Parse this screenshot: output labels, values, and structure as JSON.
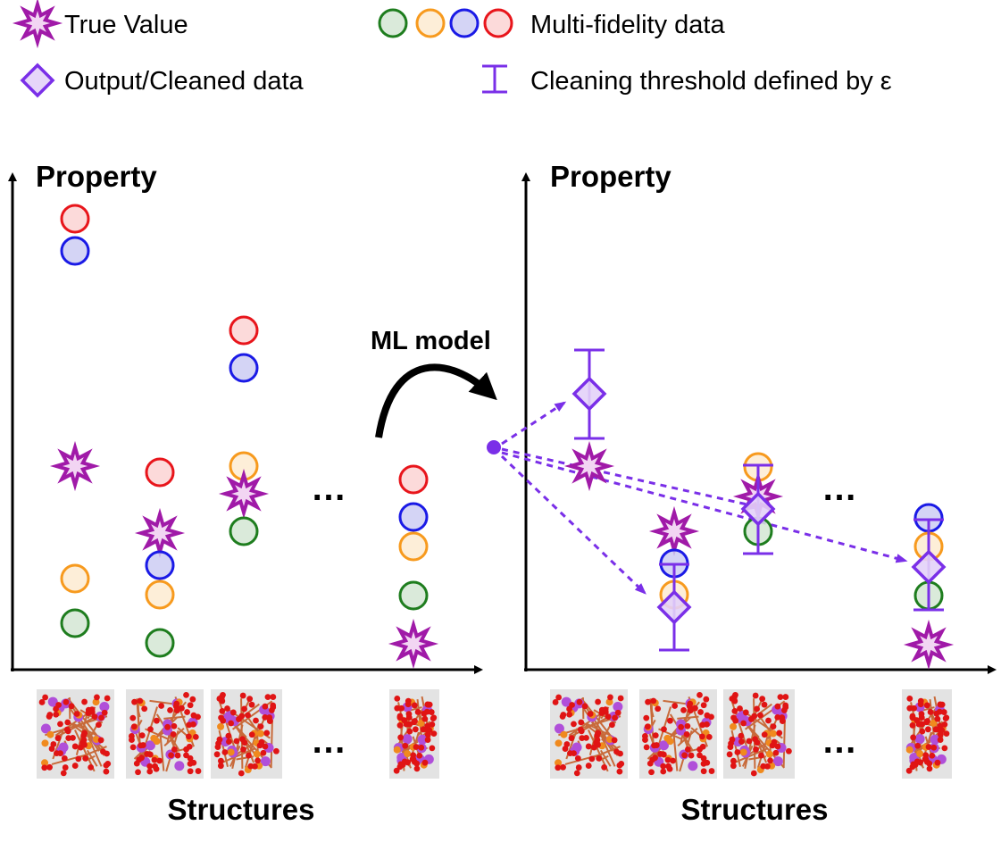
{
  "legend": {
    "true_value": "True Value",
    "multi_fidelity": "Multi-fidelity data",
    "output_cleaned": "Output/Cleaned data",
    "cleaning_threshold": "Cleaning threshold defined by ε"
  },
  "left_panel": {
    "y_label": "Property",
    "x_label": "Structures",
    "ellipsis": "…"
  },
  "right_panel": {
    "y_label": "Property",
    "x_label": "Structures",
    "ellipsis": "…"
  },
  "arrow": {
    "label": "ML model"
  },
  "colors": {
    "red": "#e8151b",
    "red_fill": "#fbd3d4",
    "blue": "#1a1ae6",
    "blue_fill": "#ccccf3",
    "orange": "#f79a1e",
    "orange_fill": "#fdebd1",
    "green": "#1e7d1e",
    "green_fill": "#d4e6d4",
    "purple": "#7a2fe8",
    "purple_fill": "#e3d2f8",
    "magenta": "#a01aa8",
    "magenta_fill": "#f2d5f3"
  },
  "icons": [
    "star-burst-icon",
    "circle-marker-icon",
    "diamond-marker-icon",
    "error-bar-icon",
    "crystal-structure-icon"
  ]
}
